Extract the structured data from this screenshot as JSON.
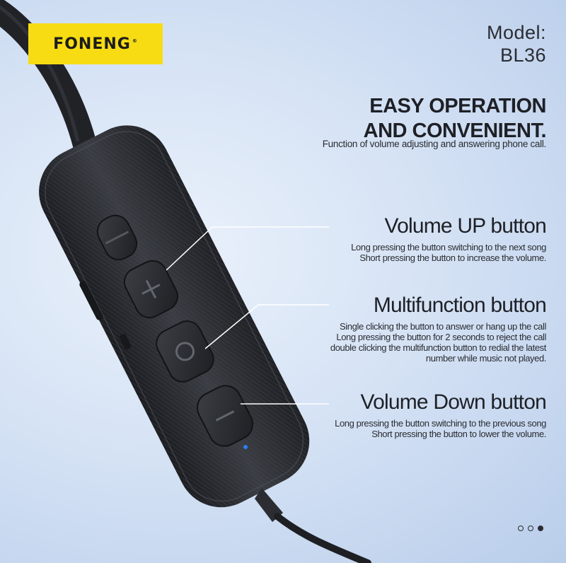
{
  "brand": {
    "logo_text": "FONENG",
    "trademark": "®"
  },
  "model": {
    "label": "Model:",
    "value": "BL36"
  },
  "headline": {
    "line1": "EASY OPERATION",
    "line2": "AND CONVENIENT.",
    "subtitle": "Function of volume adjusting and answering phone call."
  },
  "features": [
    {
      "title": "Volume UP button",
      "lines": [
        "Long pressing the button switching to the next song",
        "Short pressing the button to increase the volume."
      ]
    },
    {
      "title": "Multifunction button",
      "lines": [
        "Single clicking the button to answer or hang up the call",
        "Long pressing the button for 2 seconds to reject the call",
        "double clicking the multifunction button to redial the latest",
        "number while music not played."
      ]
    },
    {
      "title": "Volume Down button",
      "lines": [
        "Long pressing the button switching to the previous song",
        "Short pressing the button to lower the volume."
      ]
    }
  ],
  "carousel": {
    "total": 3,
    "active_index": 3
  },
  "colors": {
    "brand_yellow": "#f7dc13",
    "text_dark": "#1e2026",
    "led_blue": "#2f7cf6"
  }
}
